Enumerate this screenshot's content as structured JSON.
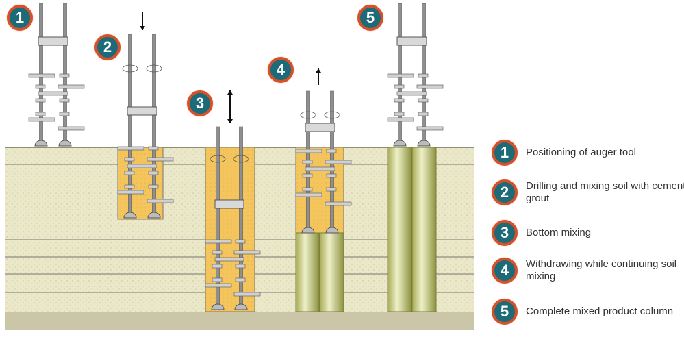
{
  "colors": {
    "badge_fill": "#1d6a78",
    "badge_ring": "#d4522b",
    "soil": "#ece9c8",
    "grout": "#f3c45a",
    "column": "#c6c98a",
    "bedrock": "#c9c4a6",
    "rod": "#8d8f91"
  },
  "diagram_badges": [
    "1",
    "2",
    "3",
    "4",
    "5"
  ],
  "legend": [
    {
      "number": "1",
      "label": "Positioning of auger tool"
    },
    {
      "number": "2",
      "label": "Drilling and mixing soil with cement grout"
    },
    {
      "number": "3",
      "label": "Bottom mixing"
    },
    {
      "number": "4",
      "label": "Withdrawing while continuing soil mixing"
    },
    {
      "number": "5",
      "label": "Complete mixed product column"
    }
  ]
}
